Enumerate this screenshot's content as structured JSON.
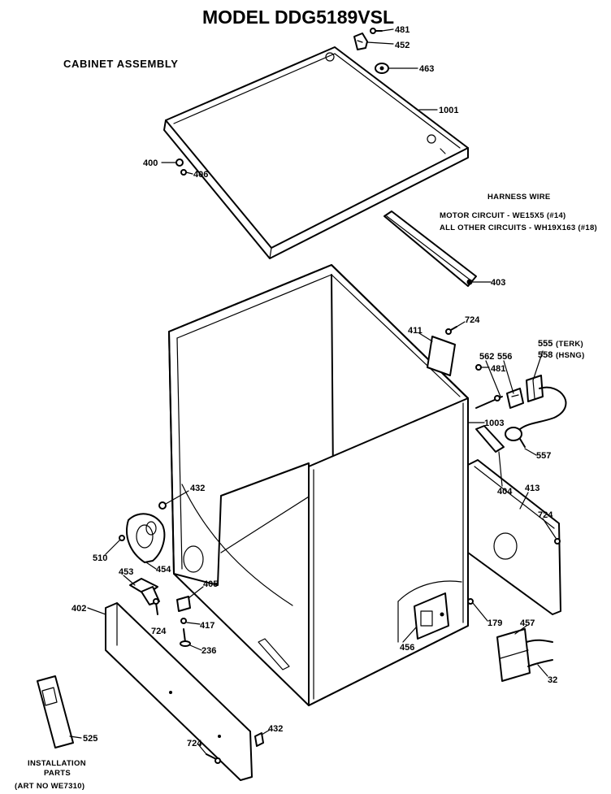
{
  "header": {
    "title": "MODEL DDG5189VSL",
    "subtitle": "CABINET ASSEMBLY"
  },
  "harness_note": {
    "heading": "HARNESS WIRE",
    "line1": "MOTOR CIRCUIT - WE15X5 (#14)",
    "line2": "ALL OTHER CIRCUITS - WH19X163 (#18)"
  },
  "installation": {
    "line1": "INSTALLATION",
    "line2": "PARTS",
    "line3": "(ART NO WE7310)"
  },
  "callouts": {
    "p481a": "481",
    "p452": "452",
    "p463": "463",
    "p1001": "1001",
    "p400": "400",
    "p406": "406",
    "p403": "403",
    "p724a": "724",
    "p411": "411",
    "p562": "562",
    "p556": "556",
    "p555": "555",
    "p555note": "(TERK)",
    "p558": "558",
    "p558note": "(HSNG)",
    "p481b": "481",
    "p1003": "1003",
    "p557": "557",
    "p404": "404",
    "p413": "413",
    "p724b": "724",
    "p432a": "432",
    "p510": "510",
    "p454": "454",
    "p453": "453",
    "p405": "405",
    "p724c": "724",
    "p417": "417",
    "p236": "236",
    "p402": "402",
    "p456": "456",
    "p179": "179",
    "p457": "457",
    "p32": "32",
    "p525": "525",
    "p432b": "432",
    "p724d": "724"
  }
}
